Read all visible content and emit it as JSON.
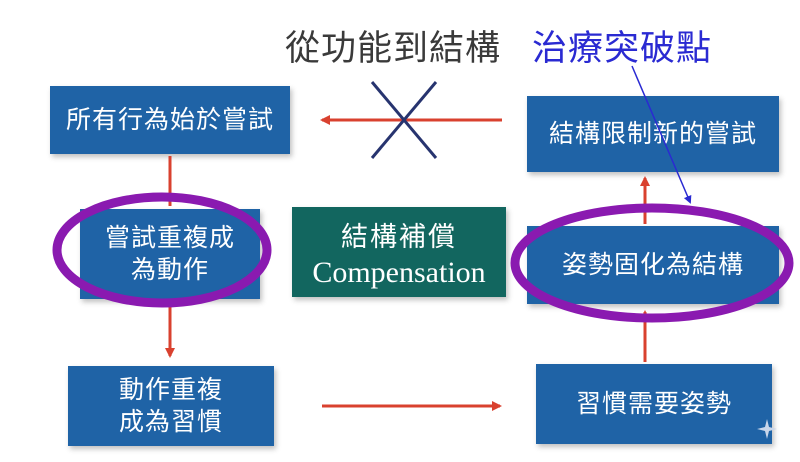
{
  "heading": "從功能到結構",
  "breakthrough_label": "治療突破點",
  "boxes": {
    "all_behavior": "所有行為始於嘗試",
    "structure_limit": "結構限制新的嘗試",
    "repeat_action": "嘗試重複成\n為動作",
    "compensation_zh": "結構補償",
    "compensation_en": "Compensation",
    "posture_fixed": "姿勢固化為結構",
    "action_habit": "動作重複\n成為習慣",
    "habit_posture": "習慣需要姿勢"
  },
  "colors": {
    "box_blue": "#1f63a6",
    "box_teal": "#12665f",
    "arrow_red": "#d9412f",
    "highlight_purple": "#8a1ab0",
    "cross_navy": "#27346f",
    "note_blue": "#2a2ad2"
  },
  "icons": {
    "cross": "x-mark-icon",
    "nav": "sparkle-nav-icon"
  }
}
